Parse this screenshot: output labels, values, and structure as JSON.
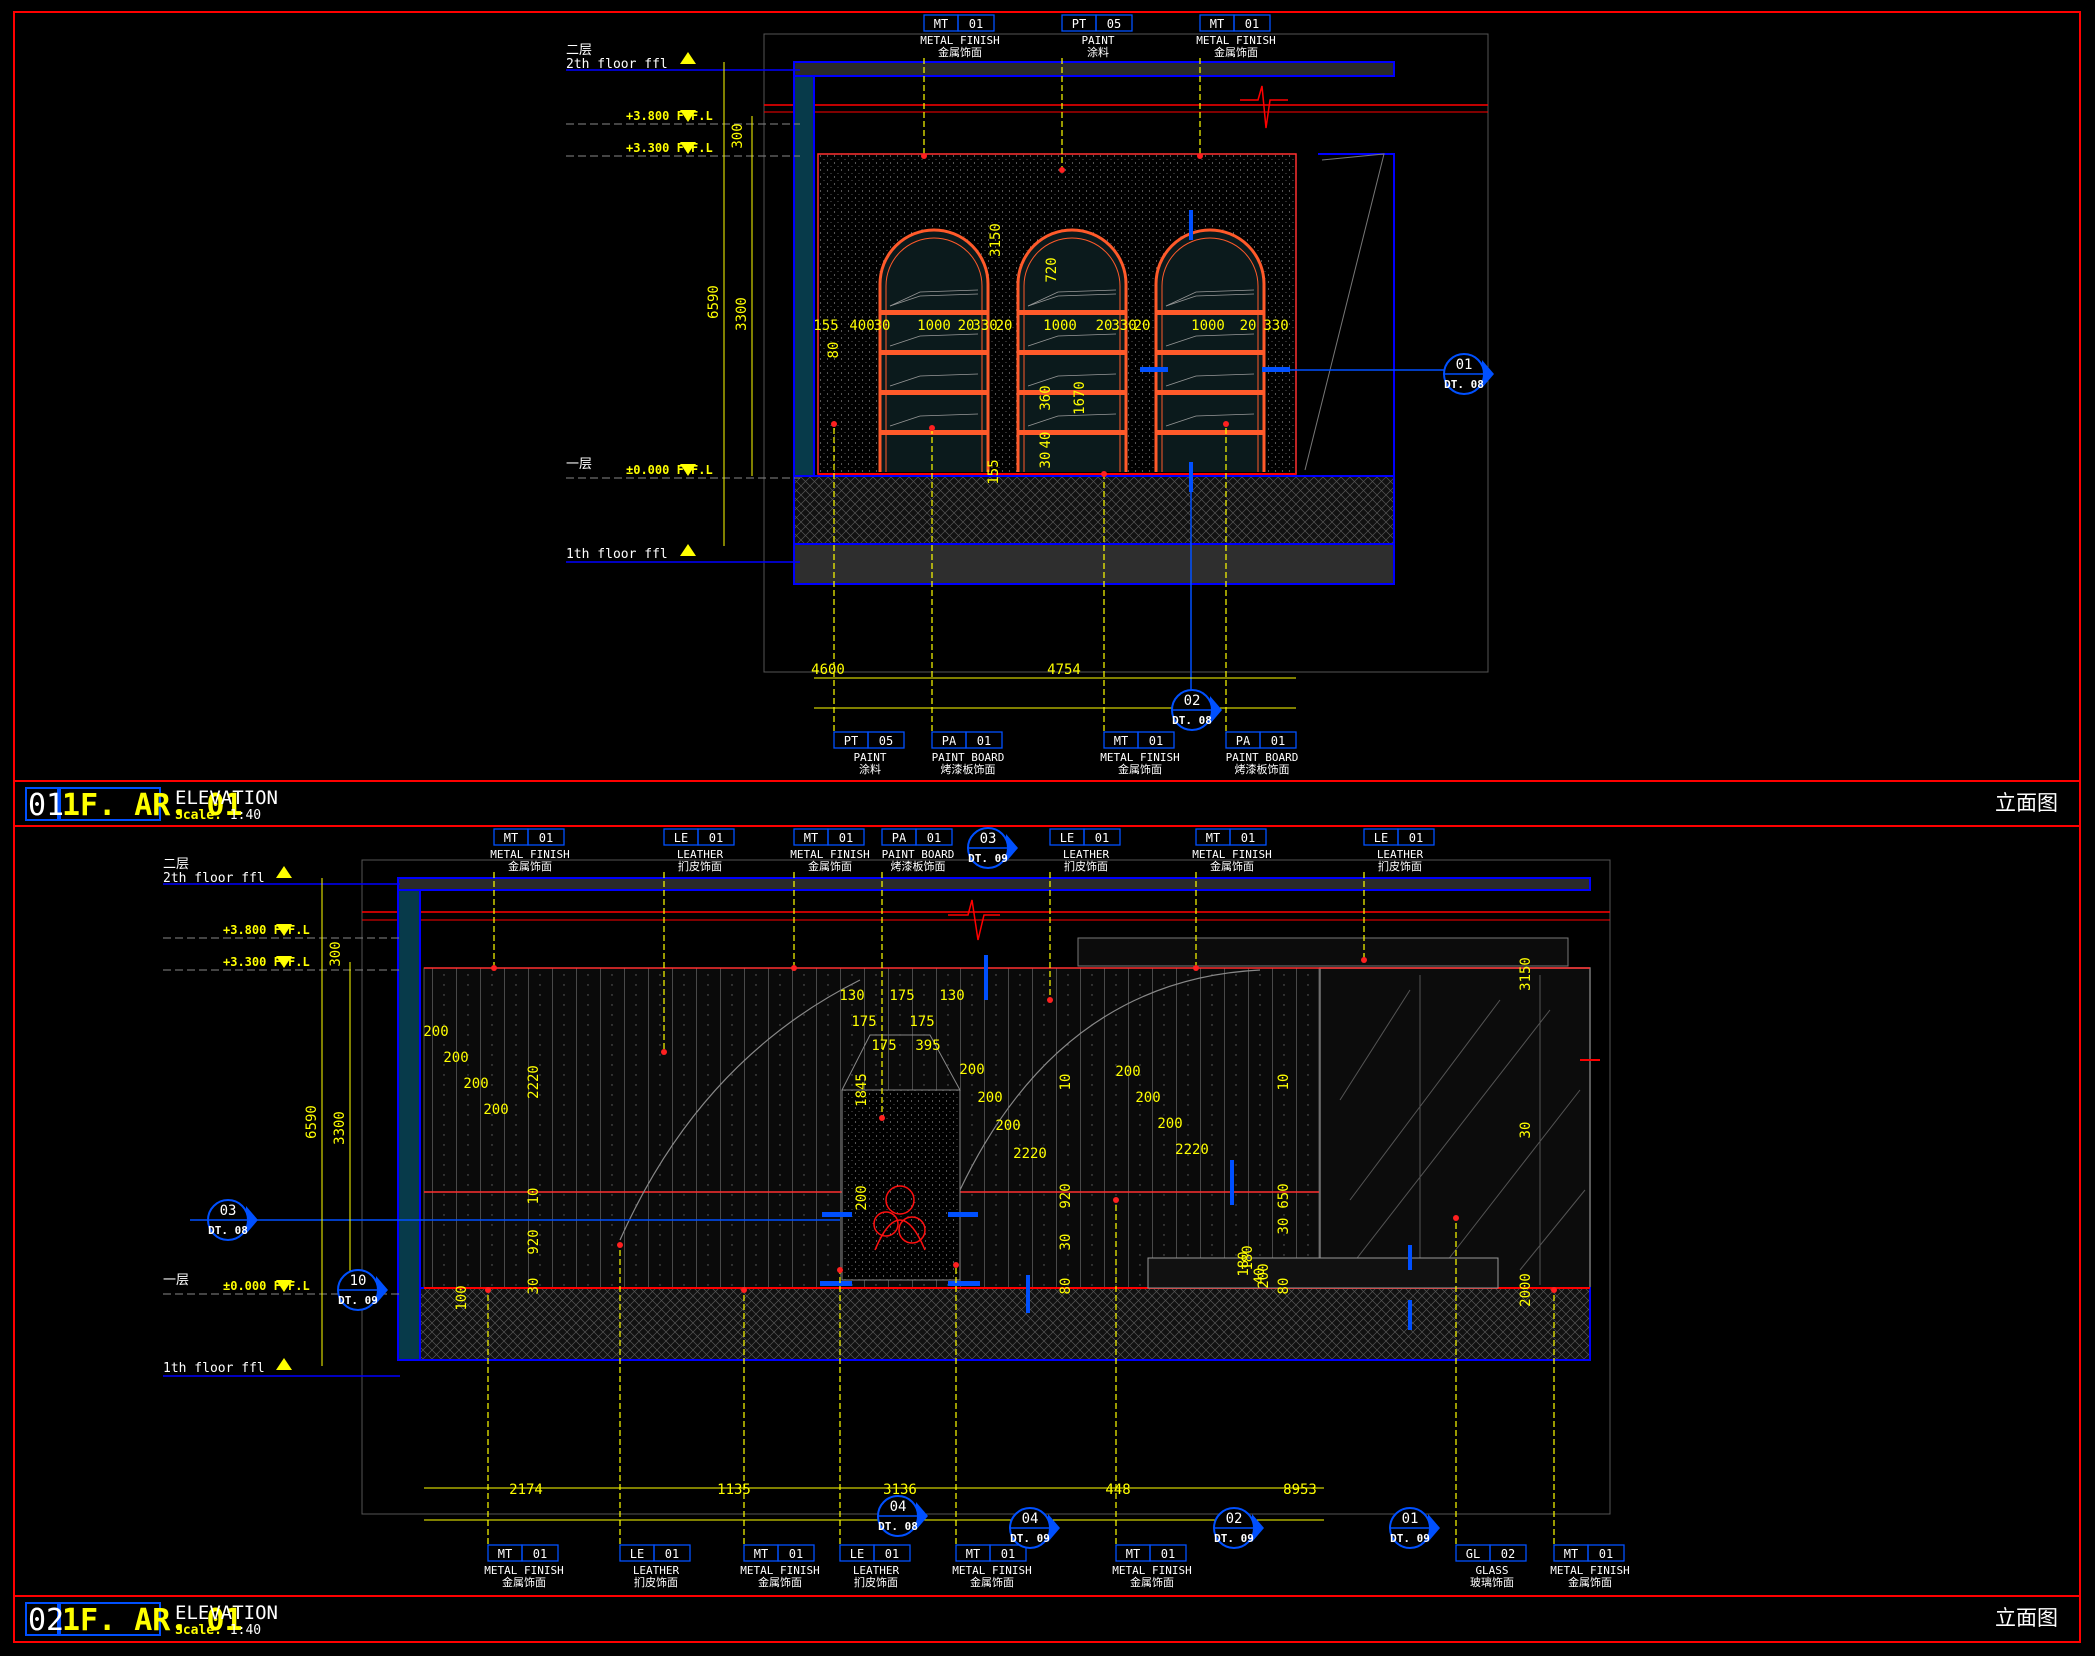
{
  "colors": {
    "background": "#000000",
    "frame": "#ff0000",
    "wall": "#0000ff",
    "dim": "#ffff00",
    "leader": "#ffff00",
    "text": "#ffffff",
    "marker": "#ff0000",
    "callout": "#0050ff",
    "shelf": "#ff5a2a",
    "panel": "#333333"
  },
  "panel_top": {
    "title_number": "01",
    "title_code": "1F. AR. 01",
    "title": "ELEVATION",
    "scale_label": "Scale:",
    "scale_value": "1:40",
    "title_cn": "立面图",
    "levels": [
      {
        "cn": "二层",
        "en": "2th floor ffl"
      },
      {
        "tag": "+3.800 F.F.L"
      },
      {
        "tag": "+3.300 F.F.L"
      },
      {
        "cn": "一层",
        "tag": "±0.000 F.F.L"
      },
      {
        "en": "1th floor ffl"
      }
    ],
    "tags_top": [
      {
        "code": "MT",
        "num": "01",
        "en": "METAL FINISH",
        "cn": "金属饰面"
      },
      {
        "code": "PT",
        "num": "05",
        "en": "PAINT",
        "cn": "涂料"
      },
      {
        "code": "MT",
        "num": "01",
        "en": "METAL FINISH",
        "cn": "金属饰面"
      }
    ],
    "tags_bottom": [
      {
        "code": "PT",
        "num": "05",
        "en": "PAINT",
        "cn": "涂料"
      },
      {
        "code": "PA",
        "num": "01",
        "en": "PAINT BOARD",
        "cn": "烤漆板饰面"
      },
      {
        "code": "MT",
        "num": "01",
        "en": "METAL FINISH",
        "cn": "金属饰面"
      },
      {
        "code": "PA",
        "num": "01",
        "en": "PAINT BOARD",
        "cn": "烤漆板饰面"
      }
    ],
    "dims": [
      "300",
      "6590",
      "3300",
      "3150",
      "155",
      "400",
      "30",
      "1000",
      "20",
      "330",
      "20",
      "1000",
      "20",
      "330",
      "20",
      "1000",
      "20",
      "330",
      "80",
      "720",
      "1670",
      "360",
      "40",
      "30",
      "155",
      "4600",
      "4754"
    ],
    "callouts": [
      {
        "num": "01",
        "ref": "DT. 08"
      },
      {
        "num": "02",
        "ref": "DT. 08"
      }
    ]
  },
  "panel_bottom": {
    "title_number": "02",
    "title_code": "1F. AR. 01",
    "title": "ELEVATION",
    "scale_label": "Scale:",
    "scale_value": "1:40",
    "title_cn": "立面图",
    "levels": [
      {
        "cn": "二层",
        "en": "2th floor ffl"
      },
      {
        "tag": "+3.800 F.F.L"
      },
      {
        "tag": "+3.300 F.F.L"
      },
      {
        "cn": "一层",
        "tag": "±0.000 F.F.L"
      },
      {
        "en": "1th floor ffl"
      }
    ],
    "tags_top": [
      {
        "code": "MT",
        "num": "01",
        "en": "METAL FINISH",
        "cn": "金属饰面"
      },
      {
        "code": "LE",
        "num": "01",
        "en": "LEATHER",
        "cn": "扪皮饰面"
      },
      {
        "code": "MT",
        "num": "01",
        "en": "METAL FINISH",
        "cn": "金属饰面"
      },
      {
        "code": "PA",
        "num": "01",
        "en": "PAINT BOARD",
        "cn": "烤漆板饰面"
      },
      {
        "code": "LE",
        "num": "01",
        "en": "LEATHER",
        "cn": "扪皮饰面"
      },
      {
        "code": "MT",
        "num": "01",
        "en": "METAL FINISH",
        "cn": "金属饰面"
      },
      {
        "code": "LE",
        "num": "01",
        "en": "LEATHER",
        "cn": "扪皮饰面"
      }
    ],
    "tags_bottom": [
      {
        "code": "MT",
        "num": "01",
        "en": "METAL FINISH",
        "cn": "金属饰面"
      },
      {
        "code": "LE",
        "num": "01",
        "en": "LEATHER",
        "cn": "扪皮饰面"
      },
      {
        "code": "MT",
        "num": "01",
        "en": "METAL FINISH",
        "cn": "金属饰面"
      },
      {
        "code": "LE",
        "num": "01",
        "en": "LEATHER",
        "cn": "扪皮饰面"
      },
      {
        "code": "MT",
        "num": "01",
        "en": "METAL FINISH",
        "cn": "金属饰面"
      },
      {
        "code": "MT",
        "num": "01",
        "en": "METAL FINISH",
        "cn": "金属饰面"
      },
      {
        "code": "GL",
        "num": "02",
        "en": "GLASS",
        "cn": "玻璃饰面"
      },
      {
        "code": "MT",
        "num": "01",
        "en": "METAL FINISH",
        "cn": "金属饰面"
      }
    ],
    "dims": [
      "300",
      "6590",
      "3300",
      "200",
      "200",
      "200",
      "200",
      "2220",
      "10",
      "920",
      "30",
      "100",
      "130",
      "175",
      "130",
      "175",
      "175",
      "175",
      "395",
      "1845",
      "200",
      "200",
      "200",
      "200",
      "2220",
      "10",
      "920",
      "30",
      "80",
      "180",
      "200",
      "200",
      "200",
      "200",
      "2220",
      "10",
      "650",
      "30",
      "80",
      "180",
      "40",
      "3150",
      "30",
      "2000",
      "2174",
      "1135",
      "3136",
      "448",
      "8953"
    ],
    "callouts": [
      {
        "num": "03",
        "ref": "DT. 09"
      },
      {
        "num": "03",
        "ref": "DT. 08"
      },
      {
        "num": "10",
        "ref": "DT. 09"
      },
      {
        "num": "04",
        "ref": "DT. 08"
      },
      {
        "num": "04",
        "ref": "DT. 09"
      },
      {
        "num": "02",
        "ref": "DT. 09"
      },
      {
        "num": "01",
        "ref": "DT. 09"
      }
    ]
  }
}
